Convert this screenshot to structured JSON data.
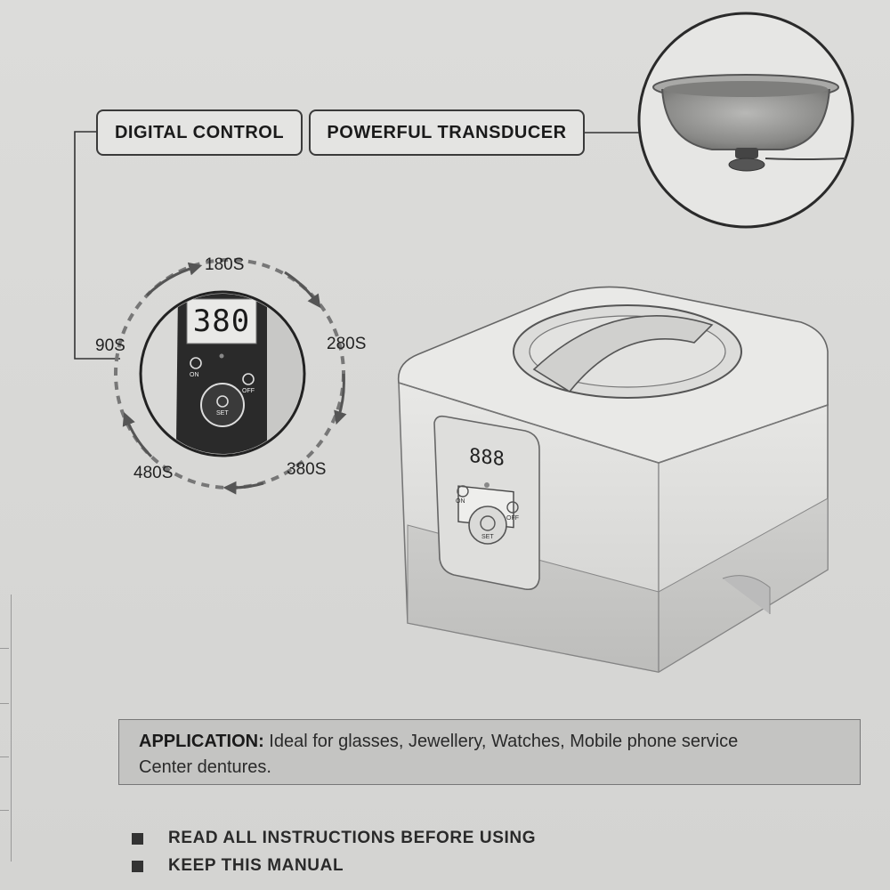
{
  "labels": {
    "digital_control": "DIGITAL CONTROL",
    "powerful_transducer": "POWERFUL TRANSDUCER"
  },
  "timer_cycle": {
    "t1": "180S",
    "t2": "280S",
    "t3": "380S",
    "t4": "480S",
    "t5": "90S"
  },
  "panel_zoom": {
    "display": "380",
    "on_label": "ON",
    "off_label": "OFF",
    "set_label": "SET"
  },
  "device_panel": {
    "display": "888",
    "on_label": "ON",
    "off_label": "OFF",
    "set_label": "SET"
  },
  "application": {
    "heading": "APPLICATION:",
    "text": " Ideal for glasses, Jewellery, Watches, Mobile phone service",
    "text2": "Center dentures."
  },
  "bullets": [
    "READ ALL INSTRUCTIONS BEFORE USING",
    "KEEP THIS MANUAL"
  ],
  "icons": [
    "cycle-arrow-icon",
    "square-bullet-icon"
  ]
}
